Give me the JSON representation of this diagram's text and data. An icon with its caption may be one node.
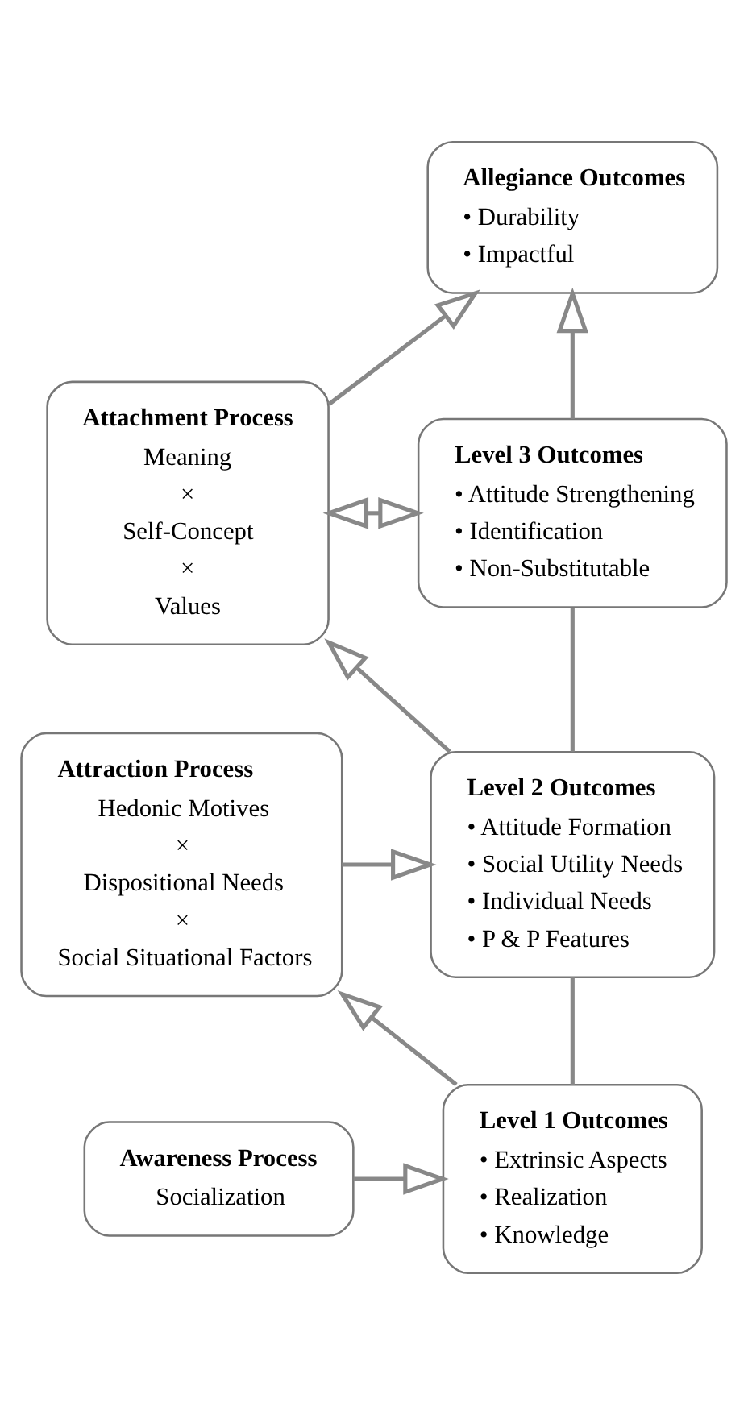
{
  "diagram": {
    "nodes": [
      {
        "text": [
          "Allegiance Outcomes",
          "• Durability",
          "• Impactful"
        ]
      },
      {
        "text": [
          "Attachment Process",
          "Meaning",
          "×",
          "Self-Concept",
          "×",
          "Values"
        ]
      },
      {
        "text": [
          "Level 3 Outcomes",
          "• Attitude Strengthening",
          "• Identification",
          "• Non-Substitutable"
        ]
      },
      {
        "text": [
          "Attraction Process",
          "Hedonic Motives",
          "×",
          "Dispositional Needs",
          "×",
          "Social Situational Factors"
        ]
      },
      {
        "text": [
          "Level 2 Outcomes",
          "• Attitude Formation",
          "• Social Utility Needs",
          "• Individual Needs",
          "• P & P Features"
        ]
      },
      {
        "text": [
          "Awareness Process",
          "Socialization"
        ]
      },
      {
        "text": [
          "Level 1 Outcomes",
          "• Extrinsic Aspects",
          "• Realization",
          "• Knowledge"
        ]
      }
    ],
    "edges": [
      {
        "from": 5,
        "to": 6,
        "arrow": "to"
      },
      {
        "from": 3,
        "to": 4,
        "arrow": "to"
      },
      {
        "from": 1,
        "to": 2,
        "arrow": "both"
      },
      {
        "from": 6,
        "to": 4,
        "arrow": "none"
      },
      {
        "from": 4,
        "to": 2,
        "arrow": "none"
      },
      {
        "from": 2,
        "to": 0,
        "arrow": "to"
      },
      {
        "from": 6,
        "to": 3,
        "arrow": "to"
      },
      {
        "from": 4,
        "to": 1,
        "arrow": "to"
      },
      {
        "from": 1,
        "to": 0,
        "arrow": "to"
      }
    ]
  }
}
